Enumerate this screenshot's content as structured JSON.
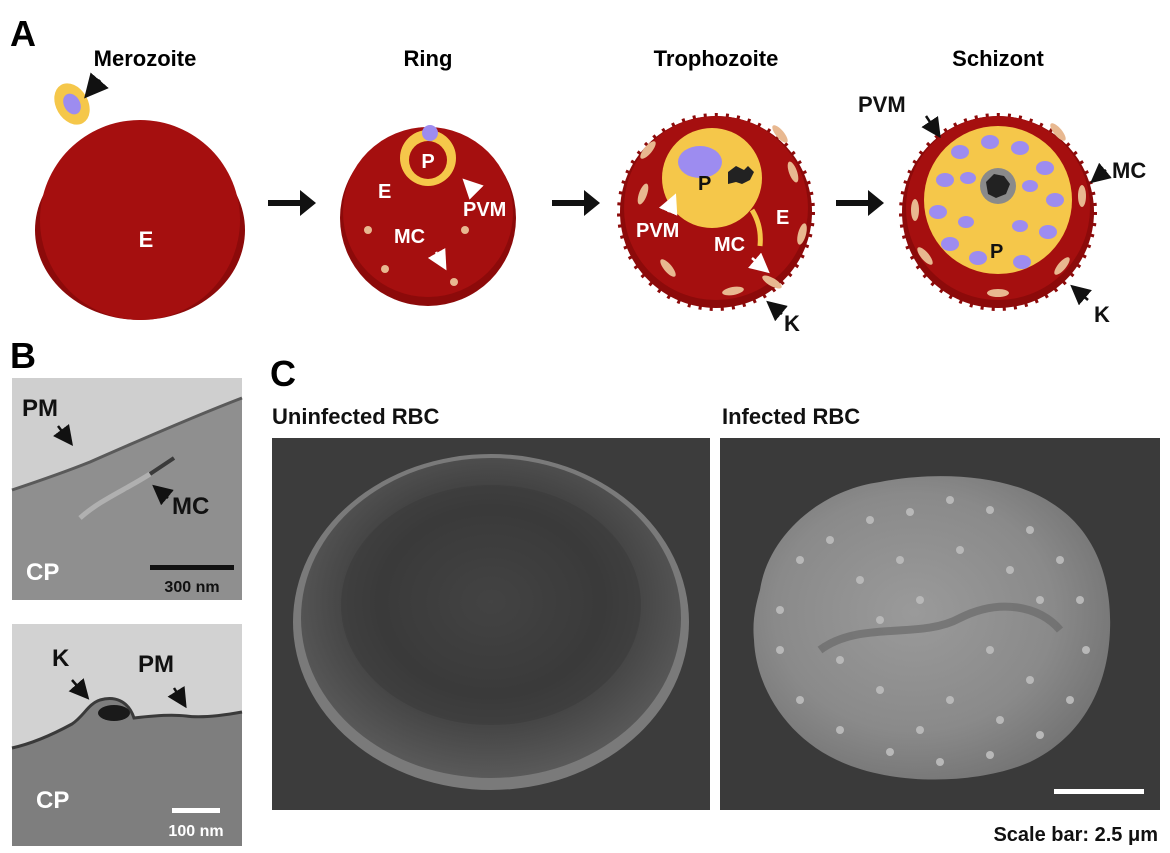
{
  "panels": {
    "a": {
      "letter": "A",
      "stages": [
        "Merozoite",
        "Ring",
        "Trophozoite",
        "Schizont"
      ],
      "labels": {
        "e1": "E",
        "ring_p": "P",
        "ring_e": "E",
        "ring_pvm": "PVM",
        "ring_mc": "MC",
        "tro_p": "P",
        "tro_pvm": "PVM",
        "tro_mc": "MC",
        "tro_e": "E",
        "tro_k": "K",
        "sch_pvm": "PVM",
        "sch_mc": "MC",
        "sch_p": "P",
        "sch_k": "K"
      }
    },
    "b": {
      "letter": "B",
      "top": {
        "pm": "PM",
        "mc": "MC",
        "cp": "CP",
        "scale": "300 nm"
      },
      "bottom": {
        "k": "K",
        "pm": "PM",
        "cp": "CP",
        "scale": "100 nm"
      }
    },
    "c": {
      "letter": "C",
      "left_title": "Uninfected RBC",
      "right_title": "Infected RBC",
      "scale_caption": "Scale bar: 2.5 μm"
    }
  },
  "colors": {
    "erythrocyte": "#a50f0f",
    "erythrocyte_rim": "#8c0a0a",
    "parasite": "#f5c74a",
    "nucleus": "#9d8cf0",
    "cleft": "#e8b890",
    "hemozoin": "#222222"
  }
}
